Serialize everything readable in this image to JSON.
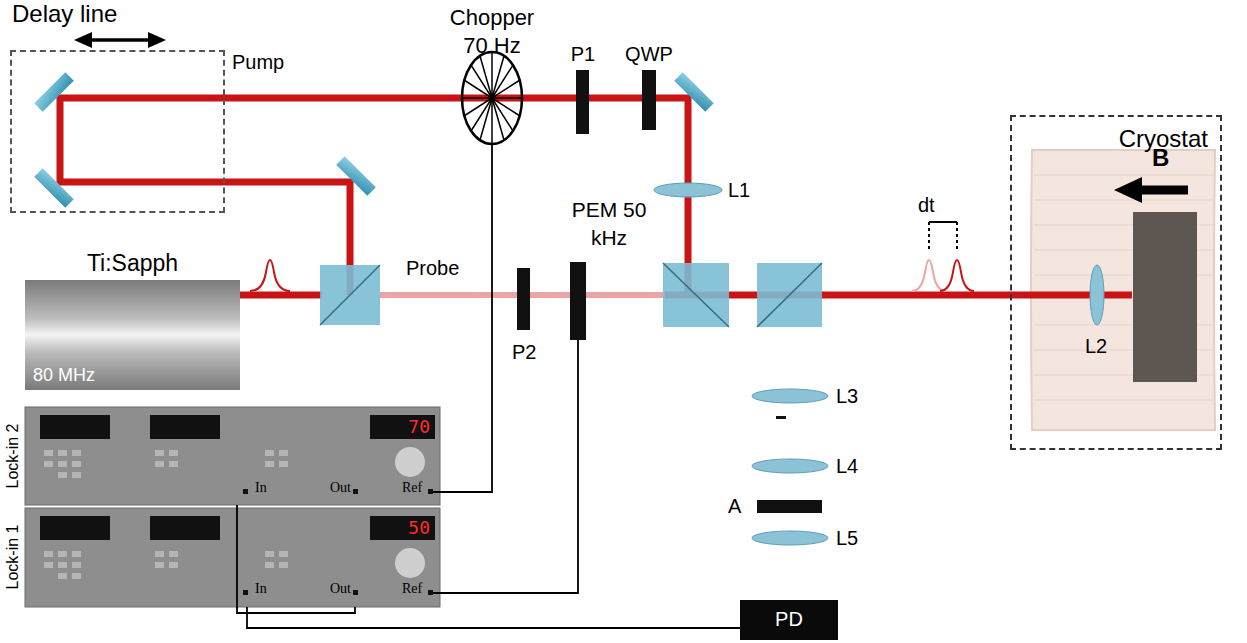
{
  "diagram": {
    "nodes": [
      {
        "text": [
          "Delay line"
        ]
      },
      {
        "text": [
          "Ti:Sapph",
          "80 MHz"
        ]
      },
      {
        "text": [
          "Lock-in 2",
          "70",
          "In",
          "Out",
          "Ref"
        ]
      },
      {
        "text": [
          "Lock-in 1",
          "50",
          "In",
          "Out",
          "Ref"
        ]
      },
      {
        "text": [
          "PD"
        ]
      },
      {
        "text": [
          "Cryostat"
        ]
      }
    ],
    "edges": [
      {
        "from": 4,
        "to": 3,
        "arrow": "none"
      },
      {
        "from": 3,
        "to": 2,
        "arrow": "none"
      }
    ],
    "labels": [
      "Chopper 70 Hz",
      "Pump",
      "P1",
      "QWP",
      "L1",
      "PEM 50 kHz",
      "Probe",
      "P2",
      "dt",
      "B",
      "L2",
      "L3",
      "L4",
      "A",
      "L5"
    ]
  }
}
